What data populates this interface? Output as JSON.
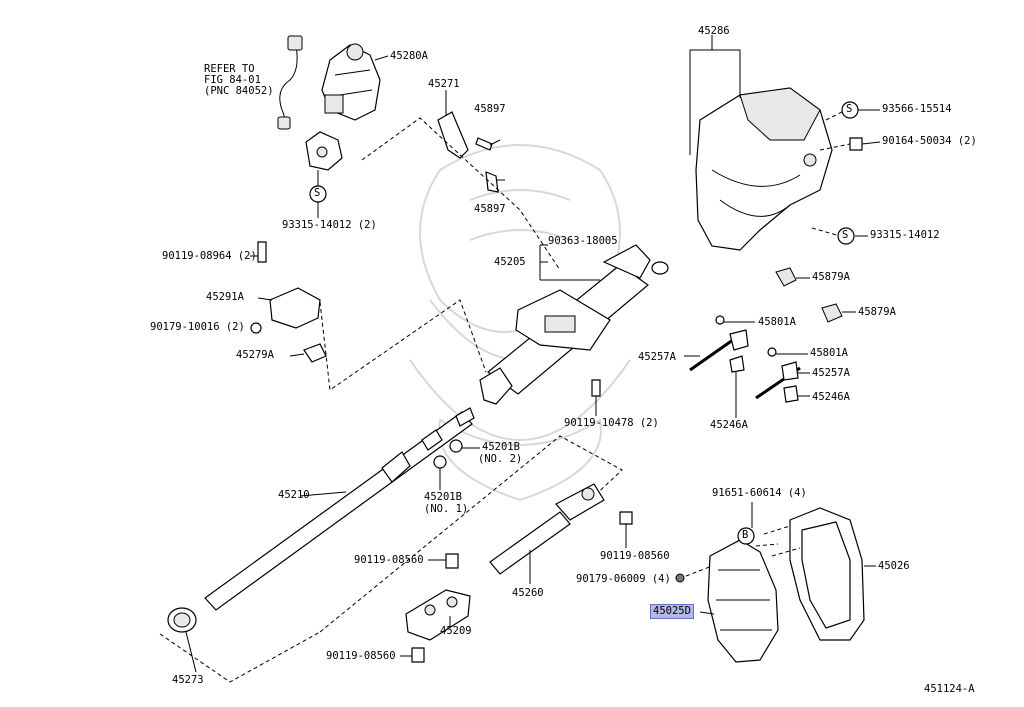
{
  "labels": {
    "refer1": "REFER TO",
    "refer2": "FIG 84-01",
    "refer3": "(PNC 84052)",
    "p45280A": "45280A",
    "p45271": "45271",
    "p45897a": "45897",
    "p45897b": "45897",
    "p93315_14012_2": "93315-14012 (2)",
    "p45286": "45286",
    "p93566": "93566-15514",
    "p90164": "90164-50034 (2)",
    "p93315_14012": "93315-14012",
    "p90119_08964": "90119-08964 (2)",
    "p90363": "90363-18005",
    "p45205": "45205",
    "p45291A": "45291A",
    "p90179_10016": "90179-10016 (2)",
    "p45279A": "45279A",
    "p45879A_1": "45879A",
    "p45879A_2": "45879A",
    "p45801A_1": "45801A",
    "p45257A_1": "45257A",
    "p45801A_2": "45801A",
    "p45257A_2": "45257A",
    "p45246A_1": "45246A",
    "p45246A_2": "45246A",
    "p90119_10478": "90119-10478 (2)",
    "p45201B_1a": "45201B",
    "p45201B_1b": "(NO. 2)",
    "p45201B_2a": "45201B",
    "p45201B_2b": "(NO. 1)",
    "p45210": "45210",
    "p91651": "91651-60614 (4)",
    "p90119_08560_a": "90119-08560",
    "p90119_08560_b": "90119-08560",
    "p90119_08560_c": "90119-08560",
    "p90179_06009": "90179-06009 (4)",
    "p45025D": "45025D",
    "p45026": "45026",
    "p45260": "45260",
    "p45209": "45209",
    "p45273": "45273",
    "ref": "451124-A"
  },
  "symbols": {
    "s1": "S",
    "s2": "S",
    "s3": "S",
    "b1": "B"
  },
  "colors": {
    "highlight": "#b3b8e8",
    "highlight_border": "#6a6fc7"
  }
}
